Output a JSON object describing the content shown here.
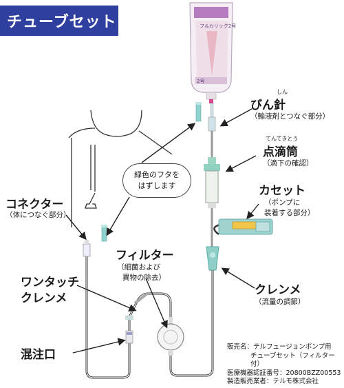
{
  "title": "チューブセット",
  "bag": {
    "label": "フルカリック2号",
    "label2": "2号"
  },
  "parts": {
    "vial_needle": {
      "ruby": "しん",
      "name": "びん針",
      "desc": "（輸液剤とつなぐ部分）"
    },
    "drip_chamber": {
      "ruby": "てんてきとう",
      "name": "点滴筒",
      "desc": "（滴下の確認）"
    },
    "cassette": {
      "name": "カセット",
      "desc1": "（ポンプに",
      "desc2": "装着する部分）"
    },
    "clamp": {
      "name": "クレンメ",
      "desc": "（流量の調節）"
    },
    "connector": {
      "name": "コネクター",
      "desc": "（体につなぐ部分）"
    },
    "filter": {
      "name": "フィルター",
      "desc1": "（細菌および",
      "desc2": "異物の除去）"
    },
    "one_touch_clamp": {
      "line1": "ワンタッチ",
      "line2": "クレンメ"
    },
    "injection_port": {
      "name": "混注口"
    }
  },
  "note": {
    "line1": "緑色のフタを",
    "line2": "はずします"
  },
  "maker": {
    "line1": "販売名：テルフュージョンポンプ用",
    "line2": "チューブセット（フィルター付）",
    "line3": "医療機器認証番号：20800BZZ00553",
    "line4": "製造販売業者：テルモ株式会社"
  },
  "colors": {
    "banner": "#2f3fa0",
    "green_cap": "#8fd3cf",
    "cassette": "#f3c64b"
  }
}
